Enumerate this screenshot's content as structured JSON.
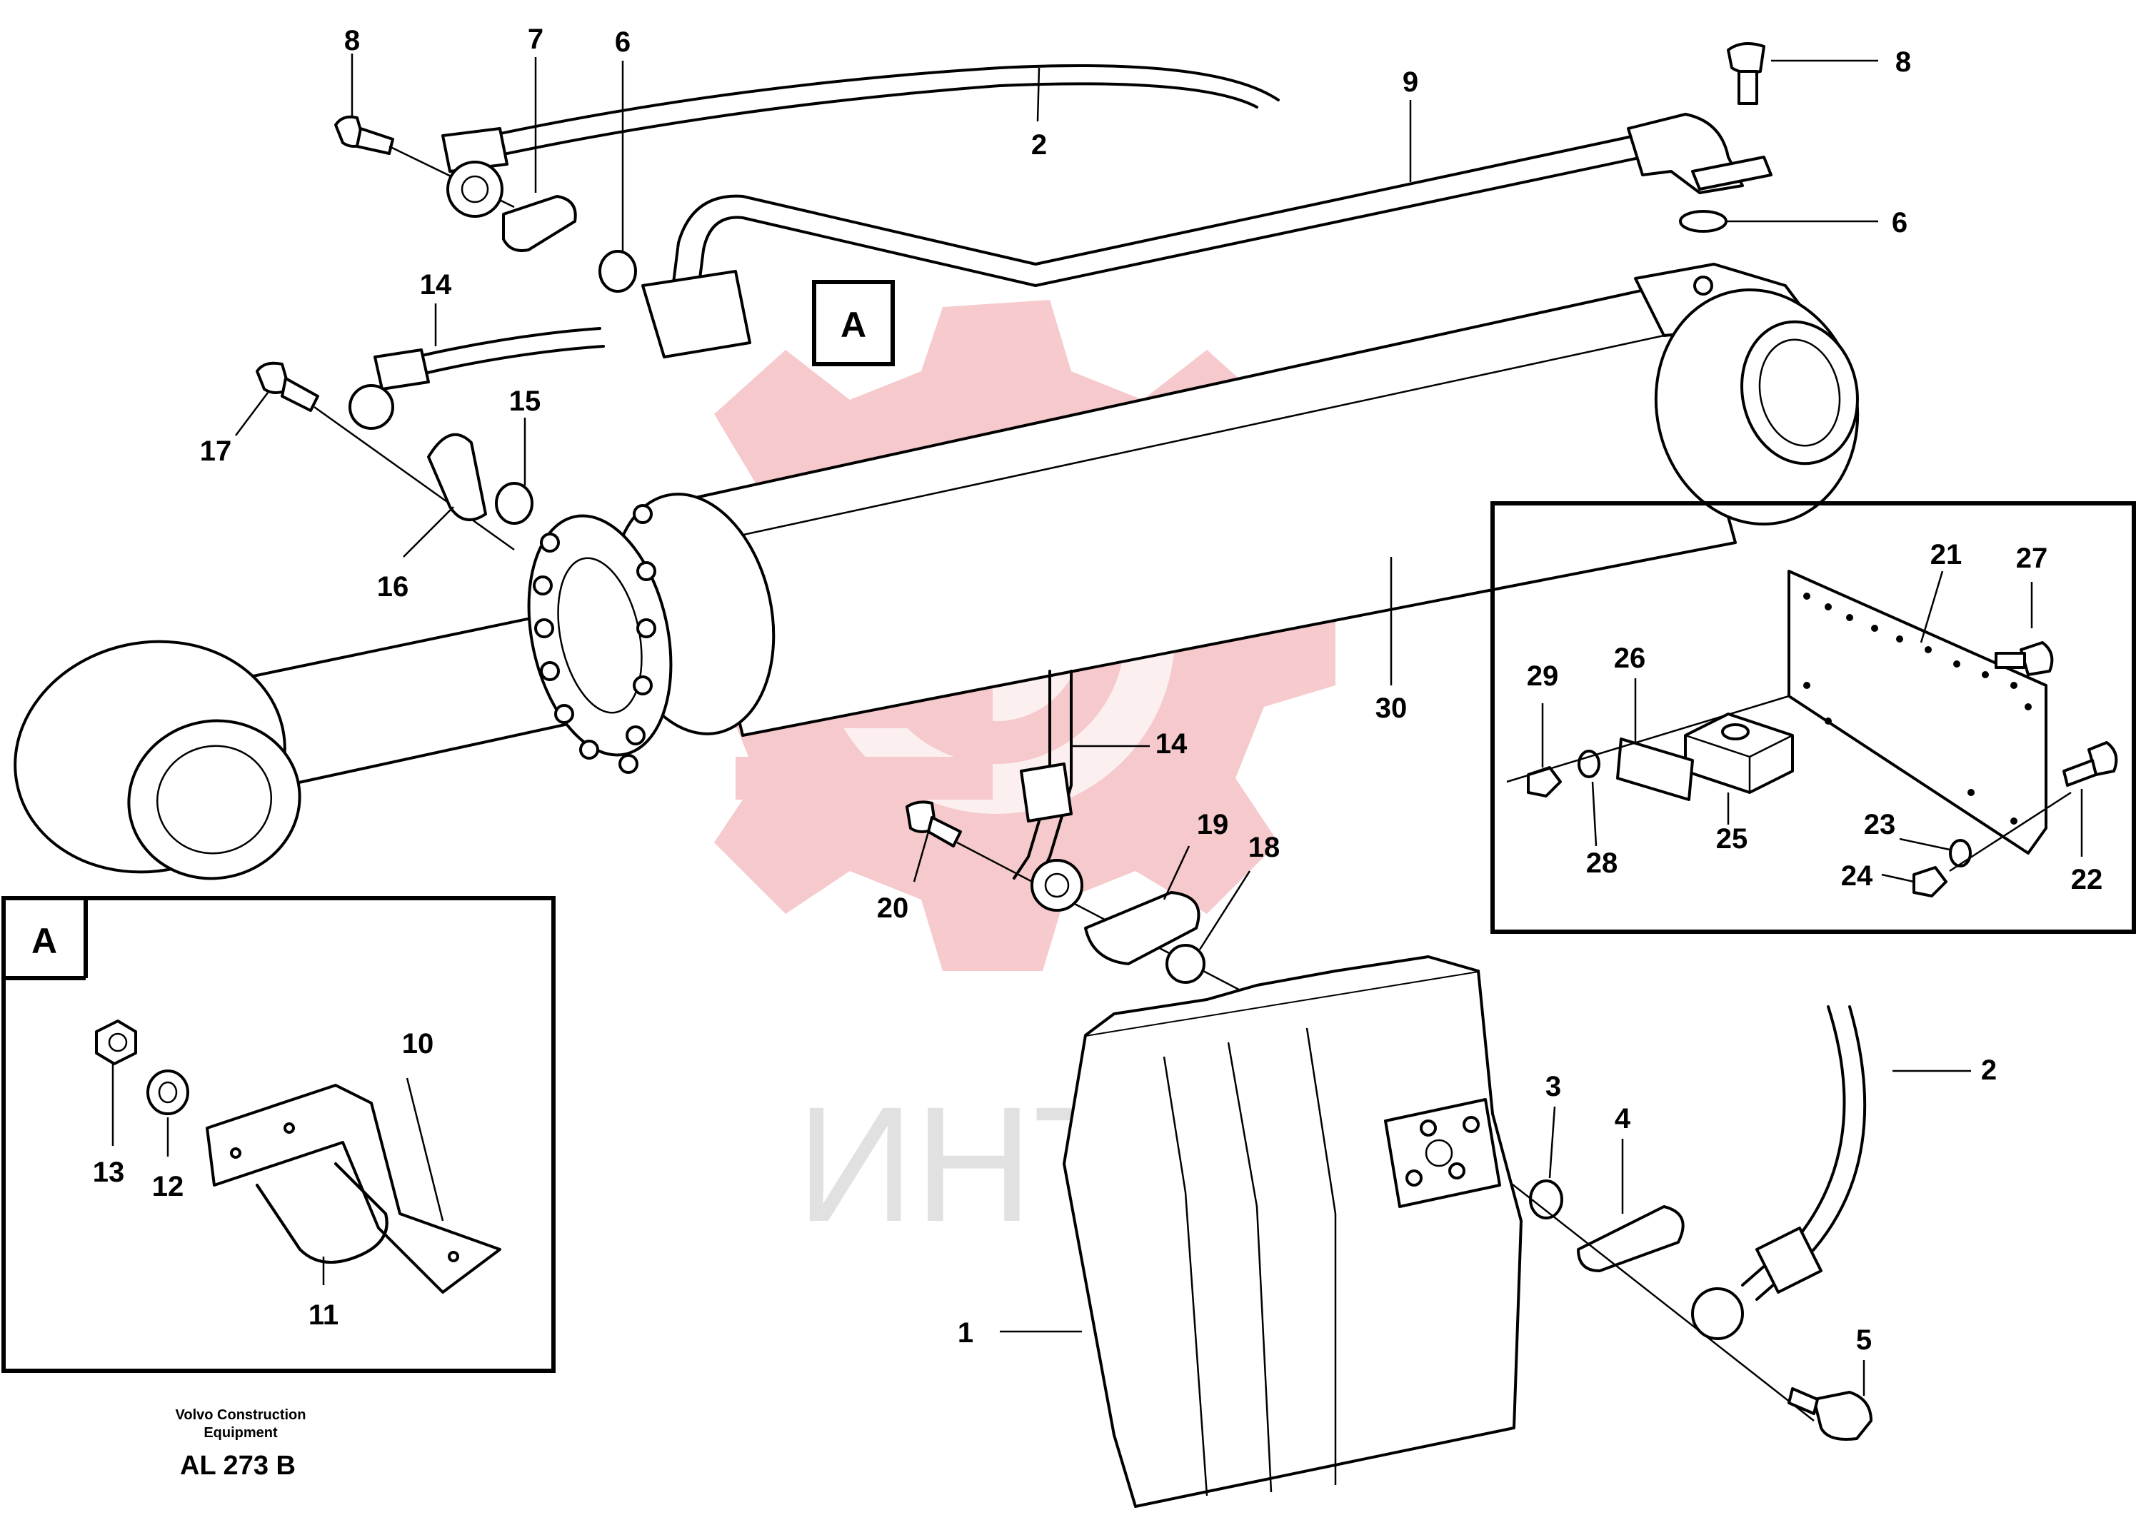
{
  "watermark": {
    "text": "ИНТЕХ",
    "logo_color": "#f4b8bc",
    "text_color": "#dcdcdc"
  },
  "detail_tags": {
    "main_marker": "A",
    "inset_marker": "A"
  },
  "footer": {
    "maker_line1": "Volvo Construction",
    "maker_line2": "Equipment",
    "drawing_code": "AL 273 B"
  },
  "callouts": {
    "c1": "1",
    "c2a": "2",
    "c2b": "2",
    "c3": "3",
    "c4": "4",
    "c5": "5",
    "c6a": "6",
    "c6b": "6",
    "c7": "7",
    "c8a": "8",
    "c8b": "8",
    "c9": "9",
    "c10": "10",
    "c11": "11",
    "c12": "12",
    "c13": "13",
    "c14a": "14",
    "c14b": "14",
    "c15": "15",
    "c16": "16",
    "c17": "17",
    "c18": "18",
    "c19": "19",
    "c20": "20",
    "c21": "21",
    "c22": "22",
    "c23": "23",
    "c24": "24",
    "c25": "25",
    "c26": "26",
    "c27": "27",
    "c28": "28",
    "c29": "29",
    "c30": "30"
  }
}
